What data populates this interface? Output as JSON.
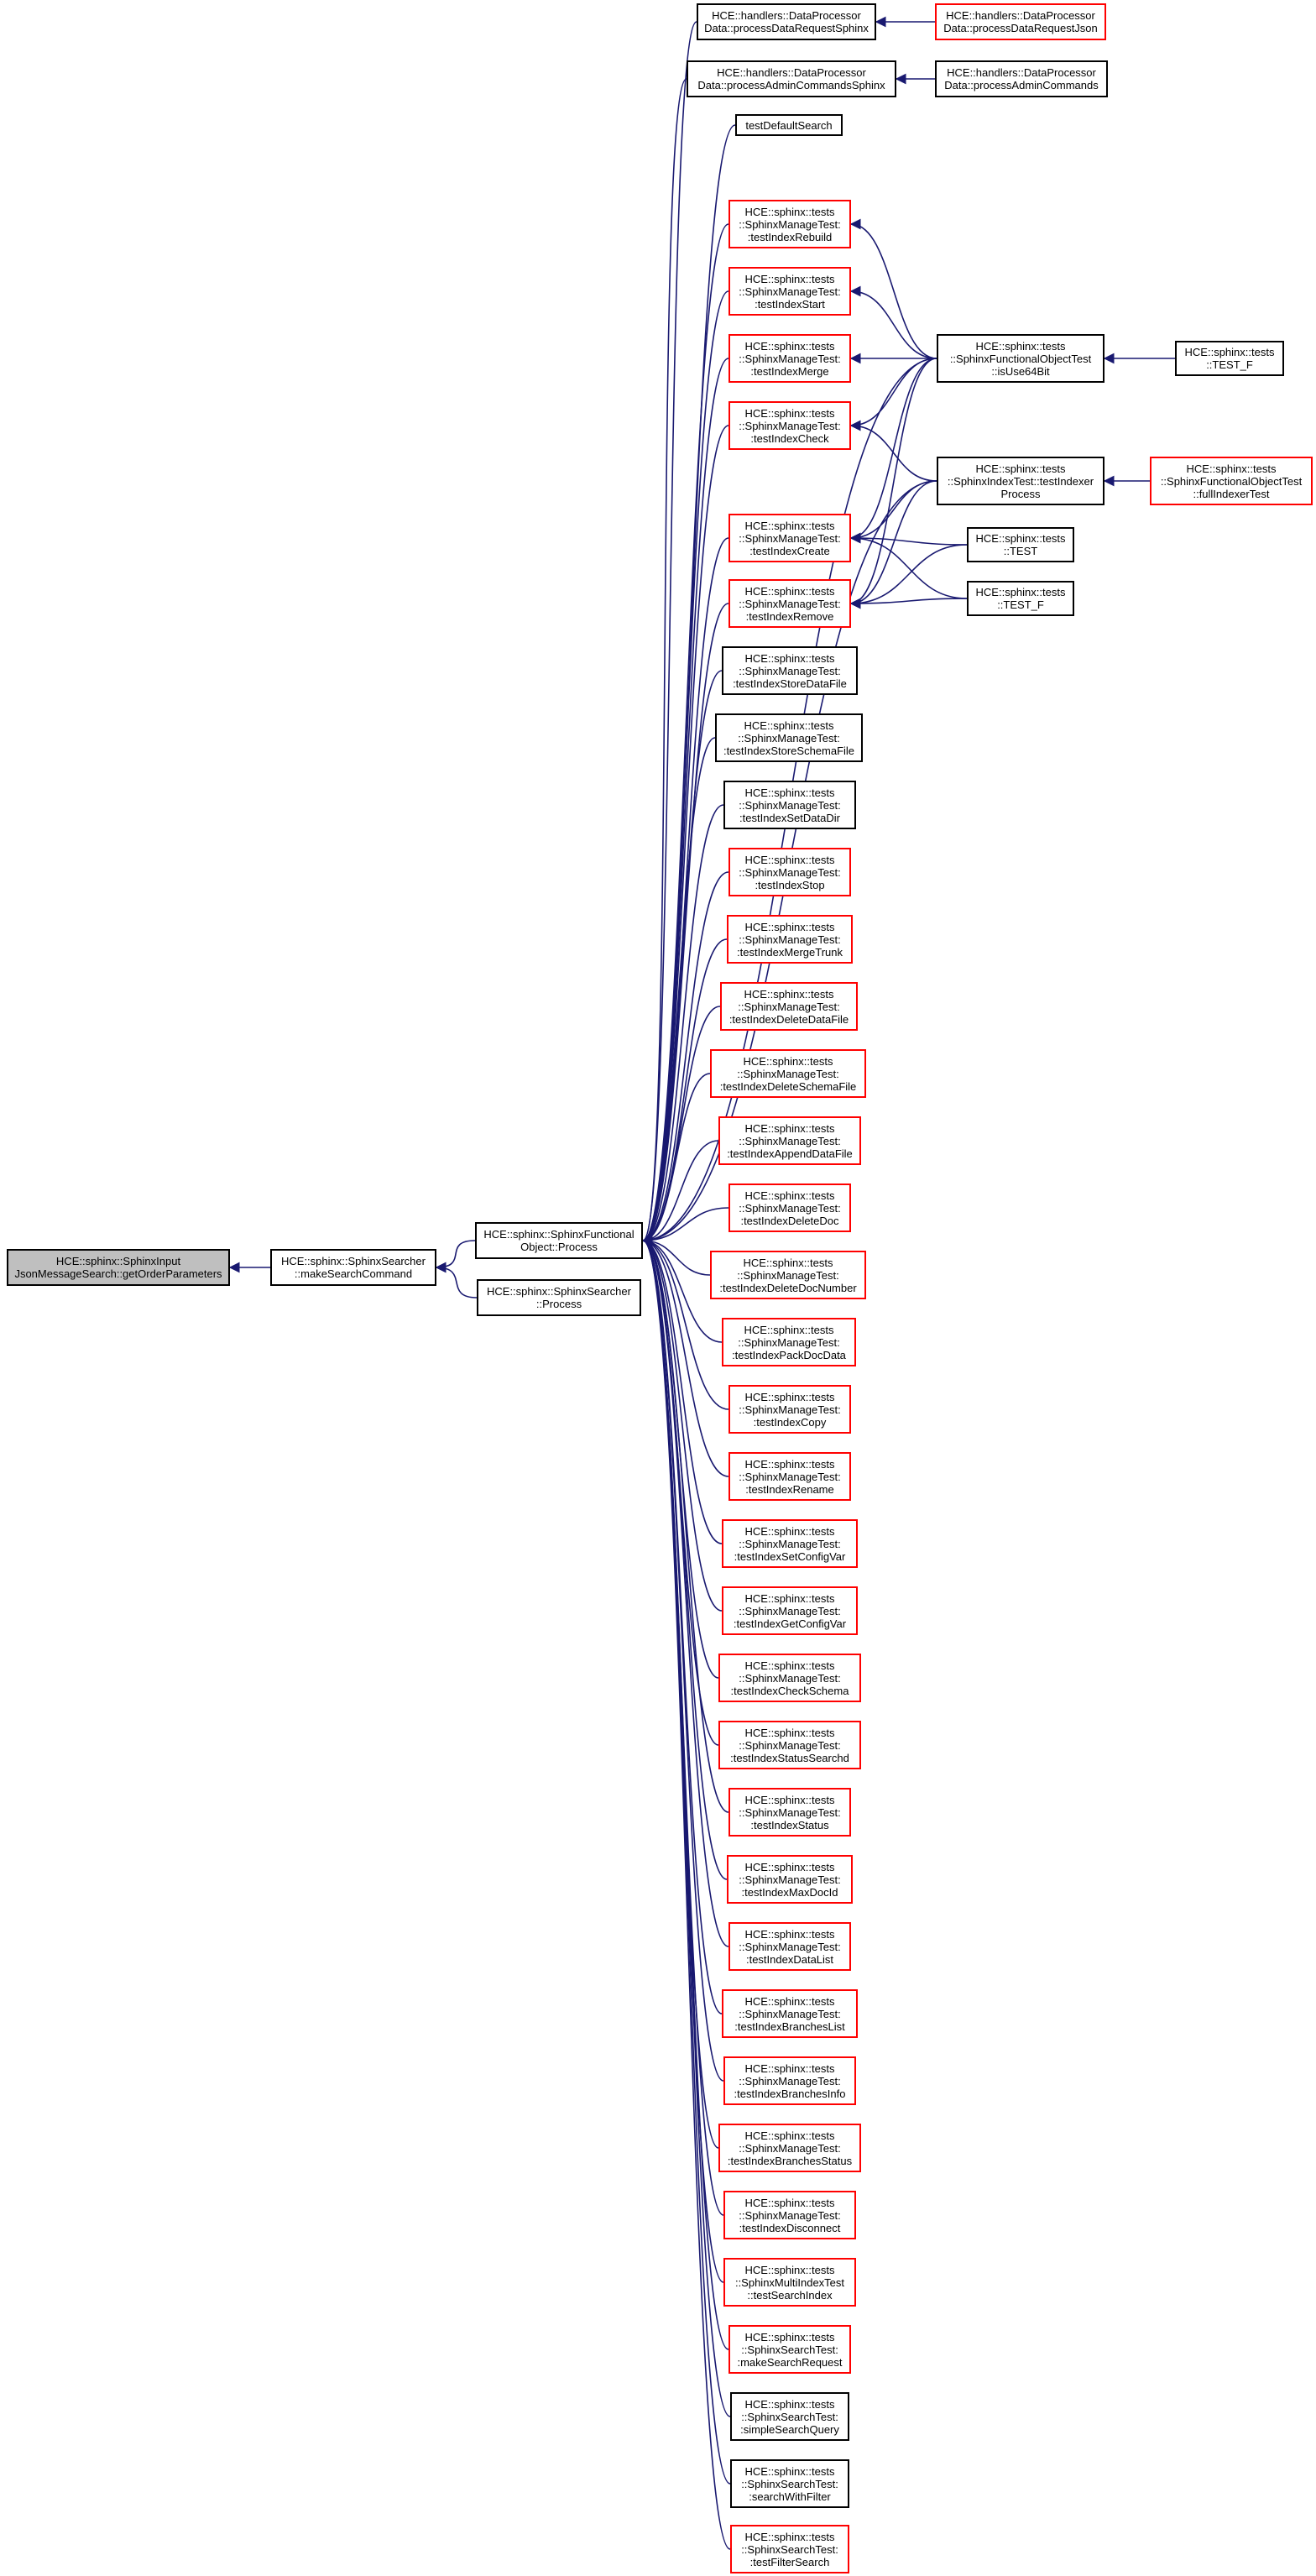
{
  "theme": {
    "edge_color": "#191970",
    "border_default": "#000000",
    "border_link": "#ff0000",
    "current_fill": "#bfbfbf"
  },
  "nodes": {
    "root": {
      "lines": [
        "HCE::sphinx::SphinxInput",
        "JsonMessageSearch::getOrderParameters"
      ],
      "kind": "current"
    },
    "make_search_command": {
      "lines": [
        "HCE::sphinx::SphinxSearcher",
        "::makeSearchCommand"
      ],
      "kind": "black"
    },
    "functional_object_process": {
      "lines": [
        "HCE::sphinx::SphinxFunctional",
        "Object::Process"
      ],
      "kind": "black"
    },
    "searcher_process": {
      "lines": [
        "HCE::sphinx::SphinxSearcher",
        "::Process"
      ],
      "kind": "black"
    },
    "process_data_request_sphinx": {
      "lines": [
        "HCE::handlers::DataProcessor",
        "Data::processDataRequestSphinx"
      ],
      "kind": "black"
    },
    "process_data_request_json": {
      "lines": [
        "HCE::handlers::DataProcessor",
        "Data::processDataRequestJson"
      ],
      "kind": "red"
    },
    "process_admin_commands_sphinx": {
      "lines": [
        "HCE::handlers::DataProcessor",
        "Data::processAdminCommandsSphinx"
      ],
      "kind": "black"
    },
    "process_admin_commands": {
      "lines": [
        "HCE::handlers::DataProcessor",
        "Data::processAdminCommands"
      ],
      "kind": "black"
    },
    "test_default_search": {
      "lines": [
        "testDefaultSearch"
      ],
      "kind": "black"
    },
    "test_index_rebuild": {
      "lines": [
        "HCE::sphinx::tests",
        "::SphinxManageTest:",
        ":testIndexRebuild"
      ],
      "kind": "red"
    },
    "test_index_start": {
      "lines": [
        "HCE::sphinx::tests",
        "::SphinxManageTest:",
        ":testIndexStart"
      ],
      "kind": "red"
    },
    "test_index_merge": {
      "lines": [
        "HCE::sphinx::tests",
        "::SphinxManageTest:",
        ":testIndexMerge"
      ],
      "kind": "red"
    },
    "test_index_check": {
      "lines": [
        "HCE::sphinx::tests",
        "::SphinxManageTest:",
        ":testIndexCheck"
      ],
      "kind": "red"
    },
    "test_index_create": {
      "lines": [
        "HCE::sphinx::tests",
        "::SphinxManageTest:",
        ":testIndexCreate"
      ],
      "kind": "red"
    },
    "test_index_remove": {
      "lines": [
        "HCE::sphinx::tests",
        "::SphinxManageTest:",
        ":testIndexRemove"
      ],
      "kind": "red"
    },
    "is_use_64bit": {
      "lines": [
        "HCE::sphinx::tests",
        "::SphinxFunctionalObjectTest",
        "::isUse64Bit"
      ],
      "kind": "black"
    },
    "test_f_1": {
      "lines": [
        "HCE::sphinx::tests",
        "::TEST_F"
      ],
      "kind": "black"
    },
    "test_indexer_process": {
      "lines": [
        "HCE::sphinx::tests",
        "::SphinxIndexTest::testIndexer",
        "Process"
      ],
      "kind": "black"
    },
    "full_indexer_test": {
      "lines": [
        "HCE::sphinx::tests",
        "::SphinxFunctionalObjectTest",
        "::fullIndexerTest"
      ],
      "kind": "red"
    },
    "test_macro": {
      "lines": [
        "HCE::sphinx::tests",
        "::TEST"
      ],
      "kind": "black"
    },
    "test_f_2": {
      "lines": [
        "HCE::sphinx::tests",
        "::TEST_F"
      ],
      "kind": "black"
    },
    "test_index_store_data_file": {
      "lines": [
        "HCE::sphinx::tests",
        "::SphinxManageTest:",
        ":testIndexStoreDataFile"
      ],
      "kind": "black"
    },
    "test_index_store_schema_file": {
      "lines": [
        "HCE::sphinx::tests",
        "::SphinxManageTest:",
        ":testIndexStoreSchemaFile"
      ],
      "kind": "black"
    },
    "test_index_set_data_dir": {
      "lines": [
        "HCE::sphinx::tests",
        "::SphinxManageTest:",
        ":testIndexSetDataDir"
      ],
      "kind": "black"
    },
    "test_index_stop": {
      "lines": [
        "HCE::sphinx::tests",
        "::SphinxManageTest:",
        ":testIndexStop"
      ],
      "kind": "red"
    },
    "test_index_merge_trunk": {
      "lines": [
        "HCE::sphinx::tests",
        "::SphinxManageTest:",
        ":testIndexMergeTrunk"
      ],
      "kind": "red"
    },
    "test_index_delete_data_file": {
      "lines": [
        "HCE::sphinx::tests",
        "::SphinxManageTest:",
        ":testIndexDeleteDataFile"
      ],
      "kind": "red"
    },
    "test_index_delete_schema_file": {
      "lines": [
        "HCE::sphinx::tests",
        "::SphinxManageTest:",
        ":testIndexDeleteSchemaFile"
      ],
      "kind": "red"
    },
    "test_index_append_data_file": {
      "lines": [
        "HCE::sphinx::tests",
        "::SphinxManageTest:",
        ":testIndexAppendDataFile"
      ],
      "kind": "red"
    },
    "test_index_delete_doc": {
      "lines": [
        "HCE::sphinx::tests",
        "::SphinxManageTest:",
        ":testIndexDeleteDoc"
      ],
      "kind": "red"
    },
    "test_index_delete_doc_number": {
      "lines": [
        "HCE::sphinx::tests",
        "::SphinxManageTest:",
        ":testIndexDeleteDocNumber"
      ],
      "kind": "red"
    },
    "test_index_pack_doc_data": {
      "lines": [
        "HCE::sphinx::tests",
        "::SphinxManageTest:",
        ":testIndexPackDocData"
      ],
      "kind": "red"
    },
    "test_index_copy": {
      "lines": [
        "HCE::sphinx::tests",
        "::SphinxManageTest:",
        ":testIndexCopy"
      ],
      "kind": "red"
    },
    "test_index_rename": {
      "lines": [
        "HCE::sphinx::tests",
        "::SphinxManageTest:",
        ":testIndexRename"
      ],
      "kind": "red"
    },
    "test_index_set_config_var": {
      "lines": [
        "HCE::sphinx::tests",
        "::SphinxManageTest:",
        ":testIndexSetConfigVar"
      ],
      "kind": "red"
    },
    "test_index_get_config_var": {
      "lines": [
        "HCE::sphinx::tests",
        "::SphinxManageTest:",
        ":testIndexGetConfigVar"
      ],
      "kind": "red"
    },
    "test_index_check_schema": {
      "lines": [
        "HCE::sphinx::tests",
        "::SphinxManageTest:",
        ":testIndexCheckSchema"
      ],
      "kind": "red"
    },
    "test_index_status_searchd": {
      "lines": [
        "HCE::sphinx::tests",
        "::SphinxManageTest:",
        ":testIndexStatusSearchd"
      ],
      "kind": "red"
    },
    "test_index_status": {
      "lines": [
        "HCE::sphinx::tests",
        "::SphinxManageTest:",
        ":testIndexStatus"
      ],
      "kind": "red"
    },
    "test_index_max_doc_id": {
      "lines": [
        "HCE::sphinx::tests",
        "::SphinxManageTest:",
        ":testIndexMaxDocId"
      ],
      "kind": "red"
    },
    "test_index_data_list": {
      "lines": [
        "HCE::sphinx::tests",
        "::SphinxManageTest:",
        ":testIndexDataList"
      ],
      "kind": "red"
    },
    "test_index_branches_list": {
      "lines": [
        "HCE::sphinx::tests",
        "::SphinxManageTest:",
        ":testIndexBranchesList"
      ],
      "kind": "red"
    },
    "test_index_branches_info": {
      "lines": [
        "HCE::sphinx::tests",
        "::SphinxManageTest:",
        ":testIndexBranchesInfo"
      ],
      "kind": "red"
    },
    "test_index_branches_status": {
      "lines": [
        "HCE::sphinx::tests",
        "::SphinxManageTest:",
        ":testIndexBranchesStatus"
      ],
      "kind": "red"
    },
    "test_index_disconnect": {
      "lines": [
        "HCE::sphinx::tests",
        "::SphinxManageTest:",
        ":testIndexDisconnect"
      ],
      "kind": "red"
    },
    "test_search_index": {
      "lines": [
        "HCE::sphinx::tests",
        "::SphinxMultiIndexTest",
        "::testSearchIndex"
      ],
      "kind": "red"
    },
    "make_search_request": {
      "lines": [
        "HCE::sphinx::tests",
        "::SphinxSearchTest:",
        ":makeSearchRequest"
      ],
      "kind": "red"
    },
    "simple_search_query": {
      "lines": [
        "HCE::sphinx::tests",
        "::SphinxSearchTest:",
        ":simpleSearchQuery"
      ],
      "kind": "black"
    },
    "search_with_filter": {
      "lines": [
        "HCE::sphinx::tests",
        "::SphinxSearchTest:",
        ":searchWithFilter"
      ],
      "kind": "black"
    },
    "test_filter_search": {
      "lines": [
        "HCE::sphinx::tests",
        "::SphinxSearchTest:",
        ":testFilterSearch"
      ],
      "kind": "red"
    }
  },
  "edges": [
    [
      "make_search_command",
      "root"
    ],
    [
      "functional_object_process",
      "make_search_command"
    ],
    [
      "searcher_process",
      "make_search_command"
    ],
    [
      "process_data_request_sphinx",
      "functional_object_process"
    ],
    [
      "process_data_request_json",
      "process_data_request_sphinx"
    ],
    [
      "process_admin_commands_sphinx",
      "functional_object_process"
    ],
    [
      "process_admin_commands",
      "process_admin_commands_sphinx"
    ],
    [
      "test_default_search",
      "functional_object_process"
    ],
    [
      "is_use_64bit",
      "functional_object_process"
    ],
    [
      "test_indexer_process",
      "functional_object_process"
    ],
    [
      "test_index_rebuild",
      "functional_object_process"
    ],
    [
      "test_index_start",
      "functional_object_process"
    ],
    [
      "test_index_merge",
      "functional_object_process"
    ],
    [
      "test_index_check",
      "functional_object_process"
    ],
    [
      "test_index_create",
      "functional_object_process"
    ],
    [
      "test_index_remove",
      "functional_object_process"
    ],
    [
      "test_index_store_data_file",
      "functional_object_process"
    ],
    [
      "test_index_store_schema_file",
      "functional_object_process"
    ],
    [
      "test_index_set_data_dir",
      "functional_object_process"
    ],
    [
      "test_index_stop",
      "functional_object_process"
    ],
    [
      "test_index_merge_trunk",
      "functional_object_process"
    ],
    [
      "test_index_delete_data_file",
      "functional_object_process"
    ],
    [
      "test_index_delete_schema_file",
      "functional_object_process"
    ],
    [
      "test_index_append_data_file",
      "functional_object_process"
    ],
    [
      "test_index_delete_doc",
      "functional_object_process"
    ],
    [
      "test_index_delete_doc_number",
      "functional_object_process"
    ],
    [
      "test_index_pack_doc_data",
      "functional_object_process"
    ],
    [
      "test_index_copy",
      "functional_object_process"
    ],
    [
      "test_index_rename",
      "functional_object_process"
    ],
    [
      "test_index_set_config_var",
      "functional_object_process"
    ],
    [
      "test_index_get_config_var",
      "functional_object_process"
    ],
    [
      "test_index_check_schema",
      "functional_object_process"
    ],
    [
      "test_index_status_searchd",
      "functional_object_process"
    ],
    [
      "test_index_status",
      "functional_object_process"
    ],
    [
      "test_index_max_doc_id",
      "functional_object_process"
    ],
    [
      "test_index_data_list",
      "functional_object_process"
    ],
    [
      "test_index_branches_list",
      "functional_object_process"
    ],
    [
      "test_index_branches_info",
      "functional_object_process"
    ],
    [
      "test_index_branches_status",
      "functional_object_process"
    ],
    [
      "test_index_disconnect",
      "functional_object_process"
    ],
    [
      "test_search_index",
      "functional_object_process"
    ],
    [
      "make_search_request",
      "functional_object_process"
    ],
    [
      "simple_search_query",
      "functional_object_process"
    ],
    [
      "search_with_filter",
      "functional_object_process"
    ],
    [
      "test_filter_search",
      "functional_object_process"
    ],
    [
      "is_use_64bit",
      "test_index_rebuild"
    ],
    [
      "is_use_64bit",
      "test_index_start"
    ],
    [
      "is_use_64bit",
      "test_index_merge"
    ],
    [
      "is_use_64bit",
      "test_index_check"
    ],
    [
      "is_use_64bit",
      "test_index_create"
    ],
    [
      "is_use_64bit",
      "test_index_remove"
    ],
    [
      "test_indexer_process",
      "test_index_check"
    ],
    [
      "test_indexer_process",
      "test_index_create"
    ],
    [
      "test_indexer_process",
      "test_index_remove"
    ],
    [
      "test_macro",
      "test_index_create"
    ],
    [
      "test_macro",
      "test_index_remove"
    ],
    [
      "test_f_2",
      "test_index_create"
    ],
    [
      "test_f_2",
      "test_index_remove"
    ],
    [
      "test_f_1",
      "is_use_64bit"
    ],
    [
      "full_indexer_test",
      "test_indexer_process"
    ]
  ]
}
